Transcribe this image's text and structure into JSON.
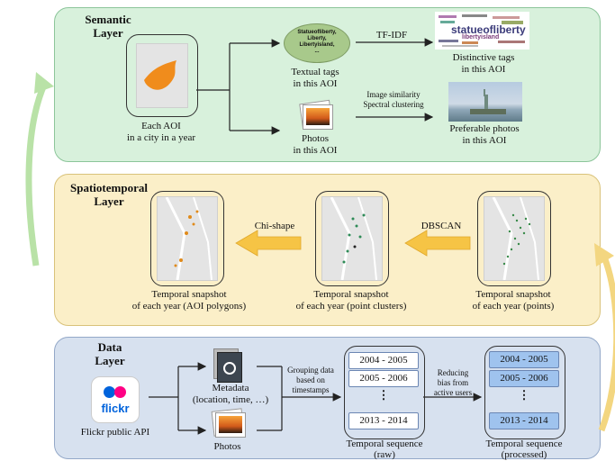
{
  "semantic": {
    "title": "Semantic\nLayer",
    "aoi_label": "Each AOI\nin a city in a year",
    "tags_bubble": "Statueofliberty,\nLiberty,\nLibertyisland,\n...",
    "tags_label": "Textual tags\nin this AOI",
    "tfidf": "TF-IDF",
    "wordcloud_main": "statueofliberty",
    "wordcloud_sub": "libertyisland",
    "distinct_label": "Distinctive tags\nin this AOI",
    "photos_label": "Photos\nin this AOI",
    "sim_label": "Image similarity\nSpectral clustering",
    "pref_label": "Preferable photos\nin this AOI"
  },
  "spatiotemporal": {
    "title": "Spatiotemporal\nLayer",
    "chi": "Chi-shape",
    "dbscan": "DBSCAN",
    "snap1": "Temporal snapshot\nof each year (AOI polygons)",
    "snap2": "Temporal snapshot\nof each year (point clusters)",
    "snap3": "Temporal snapshot\nof each year (points)"
  },
  "data": {
    "title": "Data\nLayer",
    "flickr_logo": "flickr",
    "flickr_label": "Flickr public API",
    "meta_label": "Metadata\n(location, time, …)",
    "photos_label": "Photos",
    "group_label": "Grouping data\nbased on\ntimestamps",
    "raw_years": [
      "2004 - 2005",
      "2005 - 2006",
      "2013 - 2014"
    ],
    "raw_label": "Temporal sequence\n(raw)",
    "reduce_label": "Reducing\nbias from\nactive users",
    "proc_years": [
      "2004 - 2005",
      "2005 - 2006",
      "2013 - 2014"
    ],
    "proc_label": "Temporal sequence\n(processed)",
    "ellipsis": "⋮"
  },
  "colors": {
    "semantic_bg": "#d8f1dc",
    "spatiotemporal_bg": "#fbefc8",
    "data_bg": "#d7e1ef",
    "arrow_orange": "#f6c445",
    "curve_green": "#b9e2a7",
    "curve_yellow": "#f3d680",
    "aoi_orange": "#f08c1c",
    "flickr_blue": "#0063dc",
    "flickr_pink": "#ff0084"
  }
}
